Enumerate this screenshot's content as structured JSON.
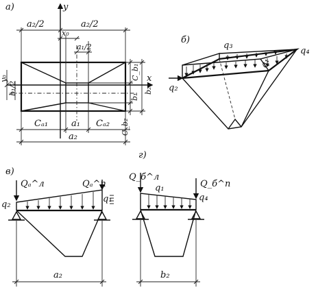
{
  "panels": {
    "a": "а)",
    "b": "б)",
    "v": "в)",
    "g": "г)"
  },
  "plan": {
    "axis_y": "y",
    "axis_x": "x",
    "dim_a2_half_left": "a₂/2",
    "dim_a2_half_right": "a₂/2",
    "dim_x0": "x₀",
    "dim_a1_half": "a₁/2",
    "dim_y0": "y₀",
    "dim_b1_half": "b₁/2",
    "dim_c_a1": "Cₐ₁",
    "dim_a1": "a₁",
    "dim_c_a2": "Cₐ₂",
    "dim_a2": "a₂",
    "dim_c_b1": "C_b₁",
    "dim_b1": "b₁",
    "dim_c_b2": "C_b₂",
    "dim_b2": "b₂"
  },
  "axonometric": {
    "q1": "q₁",
    "q2": "q₂",
    "q3": "q₃",
    "q4": "q₄"
  },
  "section_v": {
    "qa_left": "Qₐ^л",
    "qa_right": "Qₐ^п",
    "q2": "q₂",
    "q1": "q₁",
    "dim": "a₂"
  },
  "section_g": {
    "qb_left": "Q_б^л",
    "qb_right": "Q_б^п",
    "q1": "q₁",
    "q4": "q₄",
    "dim": "b₂"
  }
}
